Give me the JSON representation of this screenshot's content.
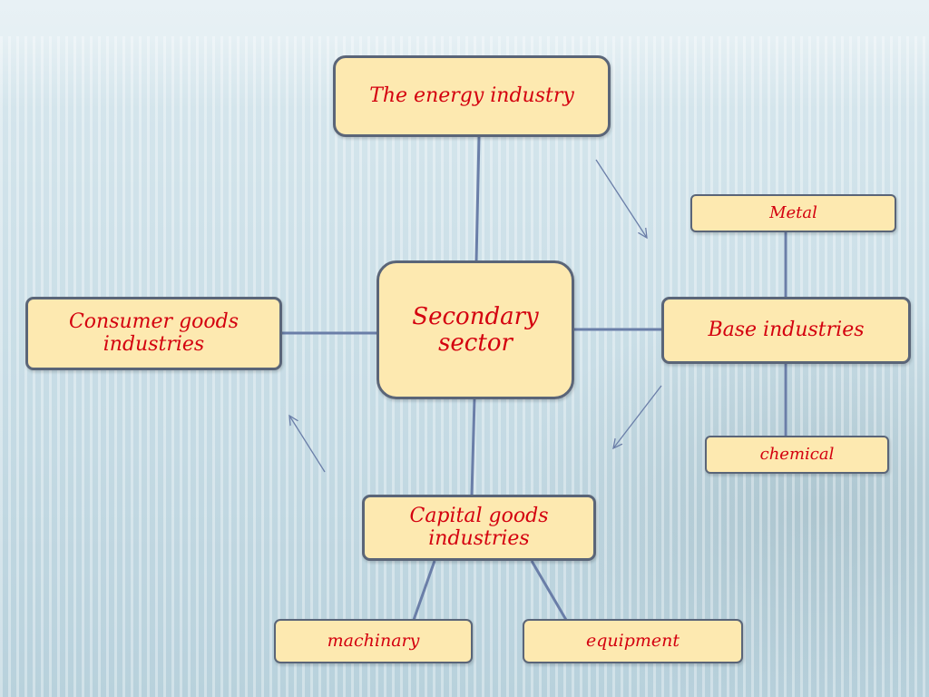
{
  "diagram": {
    "center": "Secondary sector",
    "energy": "The energy industry",
    "consumer": "Consumer goods industries",
    "base": "Base industries",
    "capital": "Capital goods industries",
    "metal": "Metal",
    "chemical": "chemical",
    "machinary": "machinary",
    "equipment": "equipment"
  },
  "colors": {
    "box_fill": "#fde9b0",
    "box_border": "#5a6578",
    "text": "#d4000f",
    "connector": "#6a7ea8"
  }
}
